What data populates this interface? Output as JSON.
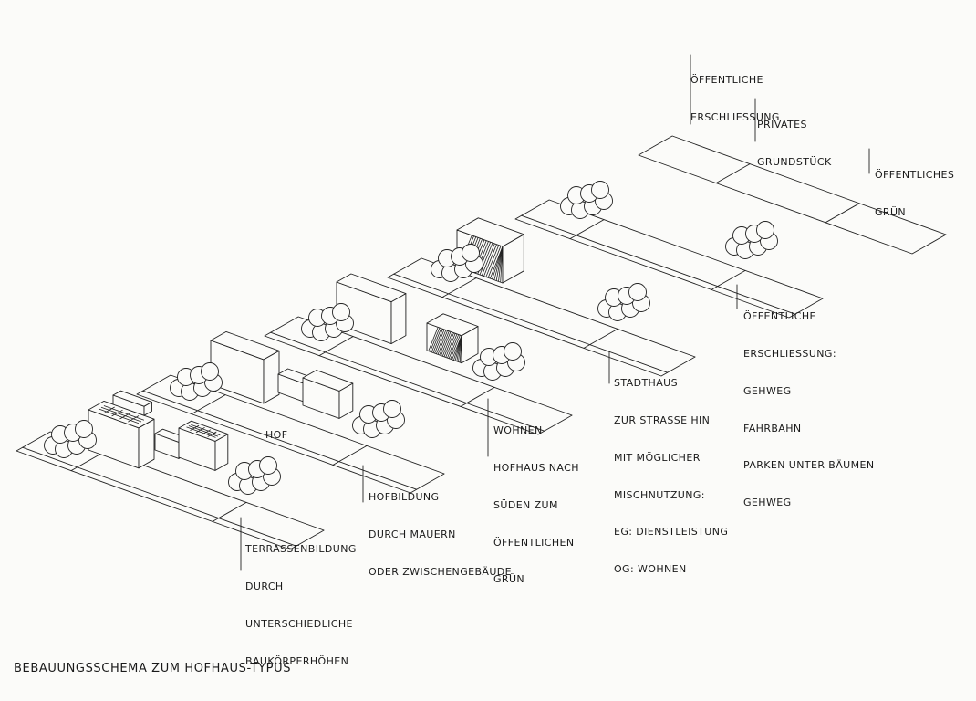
{
  "labels": {
    "top_erschliessung": [
      "ÖFFENTLICHE",
      "ERSCHLIESSUNG"
    ],
    "privates": [
      "PRIVATES",
      "GRUNDSTÜCK"
    ],
    "oeff_gruen": [
      "ÖFFENTLICHES",
      "GRÜN"
    ],
    "erschliessung_detail": [
      "ÖFFENTLICHE",
      "ERSCHLIESSUNG:",
      "GEHWEG",
      "FAHRBAHN",
      "PARKEN UNTER BÄUMEN",
      "GEHWEG"
    ],
    "stadthaus": [
      "STADTHAUS",
      "ZUR STRASSE HIN",
      "MIT MÖGLICHER",
      "MISCHNUTZUNG:",
      "EG: DIENSTLEISTUNG",
      "OG: WOHNEN"
    ],
    "wohnen": [
      "WOHNEN",
      "HOFHAUS NACH",
      "SÜDEN ZUM",
      "ÖFFENTLICHEN",
      "GRÜN"
    ],
    "hofbildung": [
      "HOFBILDUNG",
      "DURCH MAUERN",
      "ODER ZWISCHENGEBÄUDE"
    ],
    "terrassen": [
      "TERRASSENBILDUNG",
      "DURCH",
      "UNTERSCHIEDLICHE",
      "BAUKÖRPERHÖHEN"
    ],
    "hof": "HOF"
  },
  "caption": "BEBAUUNGSSCHEMA ZUM HOFHAUS-TYPUS"
}
